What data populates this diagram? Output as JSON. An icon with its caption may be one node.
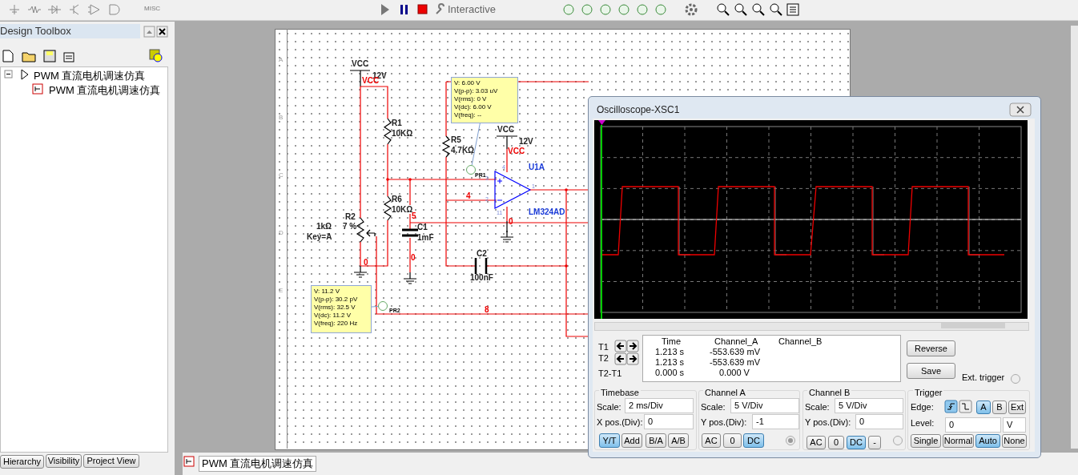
{
  "diagram": {
    "nodes": [
      {
        "text": [
          "V: 6.00 V",
          "V(p-p): 3.03 uV",
          "V(rms): 0 V",
          "V(dc): 6.00 V",
          "V(freq): --"
        ]
      },
      {
        "text": [],
        "shape": "circle"
      },
      {
        "text": [
          "V: 11.2 V",
          "V(p-p): 30.2 pV",
          "V(rms): 32.5 V",
          "V(dc): 11.2 V",
          "V(freq): 220 Hz"
        ]
      },
      {
        "text": [],
        "shape": "circle"
      }
    ],
    "edges": [
      {
        "from": 0,
        "to": 1,
        "arrow": "none"
      },
      {
        "from": 2,
        "to": 3,
        "arrow": "none"
      }
    ],
    "labels": [
      "MISC",
      "Interactive",
      "Design Toolbox",
      "PWM 直流电机调速仿真",
      "PWM 直流电机调速仿真",
      "Hierarchy",
      "Visibility",
      "Project View",
      "PWM 直流电机调速仿真",
      "VCC",
      "12V",
      "VCC",
      "R1",
      "10KΩ",
      "R5",
      "4.7KΩ",
      "VCC",
      "12V",
      "VCC",
      "U1A",
      "PR1",
      "3",
      "4",
      "2",
      "1",
      "4",
      "R6",
      "R2",
      "10KΩ",
      "5",
      "11",
      "LM324AD",
      "1kΩ",
      "7 %",
      "C1",
      "Key=A",
      "1mF",
      "0",
      "0",
      "0",
      "C2",
      "100nF",
      "PR2",
      "8",
      "Oscilloscope-XSC1",
      "T1",
      "T2",
      "T2-T1",
      "Time",
      "Channel_A",
      "Channel_B",
      "1.213 s",
      "-553.639 mV",
      "1.213 s",
      "-553.639 mV",
      "0.000 s",
      "0.000 V",
      "Reverse",
      "Save",
      "Ext. trigger",
      "Timebase",
      "Scale:",
      "2 ms/Div",
      "X pos.(Div):",
      "0",
      "Y/T",
      "Add",
      "B/A",
      "A/B",
      "Channel A",
      "Scale:",
      "5  V/Div",
      "Y pos.(Div):",
      "-1",
      "AC",
      "0",
      "DC",
      "Channel B",
      "Scale:",
      "5  V/Div",
      "Y pos.(Div):",
      "0",
      "AC",
      "0",
      "DC",
      "-",
      "Trigger",
      "Edge:",
      "A",
      "B",
      "Ext",
      "Level:",
      "0",
      "V",
      "Single",
      "Normal",
      "Auto",
      "None",
      "A",
      "B",
      "C",
      "D",
      "E"
    ]
  }
}
